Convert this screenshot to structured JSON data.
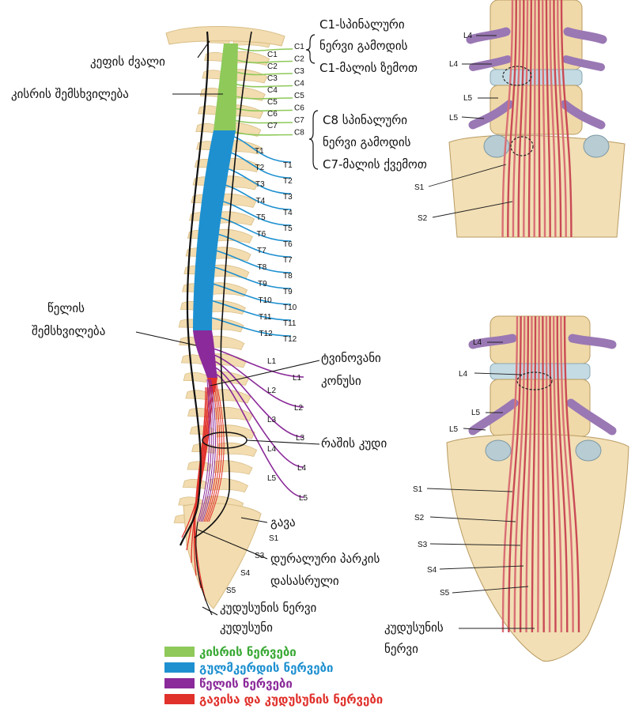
{
  "colors": {
    "cervical": "#8ec95a",
    "thoracic": "#1e90d0",
    "lumbar": "#8b2a9a",
    "sacral": "#e0312b",
    "bone": "#f2dcb0",
    "disc": "#a9c4cf",
    "nerve_root": "#9a78b4"
  },
  "labels": {
    "skull": "კეფის ძვალი",
    "cervical_enlargement": "კისრის შემსხვილება",
    "lumbar_enlargement_1": "წელის",
    "lumbar_enlargement_2": "შემსხვილება",
    "conus_1": "ტვინოვანი",
    "conus_2": "კონუსი",
    "cauda": "რაშის კუდი",
    "sacrum": "გავა",
    "dural_1": "დურალური პარკის",
    "dural_2": "დასასრული",
    "coccygeal_nerve": "კუდუსუნის ნერვი",
    "coccyx": "კუდუსუნი",
    "c1_note_1": "C1-სპინალური",
    "c1_note_2": "ნერვი გამოდის",
    "c1_note_3": "C1-მალის ზემოთ",
    "c8_note_1": "C8 სპინალური",
    "c8_note_2": "ნერვი გამოდის",
    "c8_note_3": "C7-მალის ქვემოთ",
    "coccygeal_nerve_right_1": "კუდუსუნის",
    "coccygeal_nerve_right_2": "ნერვი"
  },
  "vertebra_labels": [
    "C1",
    "C2",
    "C3",
    "C4",
    "C5",
    "C6",
    "C7",
    "T1",
    "T2",
    "T3",
    "T4",
    "T5",
    "T6",
    "T7",
    "T8",
    "T9",
    "T10",
    "T11",
    "T12",
    "L1",
    "L2",
    "L3",
    "L4",
    "L5",
    "S1",
    "S3",
    "S4",
    "S5"
  ],
  "nerve_labels": [
    "C1",
    "C2",
    "C3",
    "C4",
    "C5",
    "C6",
    "C7",
    "C8",
    "T1",
    "T2",
    "T3",
    "T4",
    "T5",
    "T6",
    "T7",
    "T8",
    "T9",
    "T10",
    "T11",
    "T12",
    "L1",
    "L2",
    "L3",
    "L4",
    "L5"
  ],
  "detail_top_labels": [
    "L4",
    "L4",
    "L5",
    "L5",
    "S1",
    "S2"
  ],
  "detail_bottom_labels": [
    "L4",
    "L4",
    "L5",
    "L5",
    "S1",
    "S2",
    "S3",
    "S4",
    "S5"
  ],
  "legend": [
    {
      "label": "კისრის ნერვები",
      "color": "#8ec95a",
      "text_color": "#3aa935"
    },
    {
      "label": "გულმკერდის ნერვები",
      "color": "#1e90d0",
      "text_color": "#1e90d0"
    },
    {
      "label": "წელის ნერვები",
      "color": "#8b2a9a",
      "text_color": "#8b2a9a"
    },
    {
      "label": "გავისა და კუდუსუნის ნერვები",
      "color": "#e0312b",
      "text_color": "#e0312b"
    }
  ]
}
